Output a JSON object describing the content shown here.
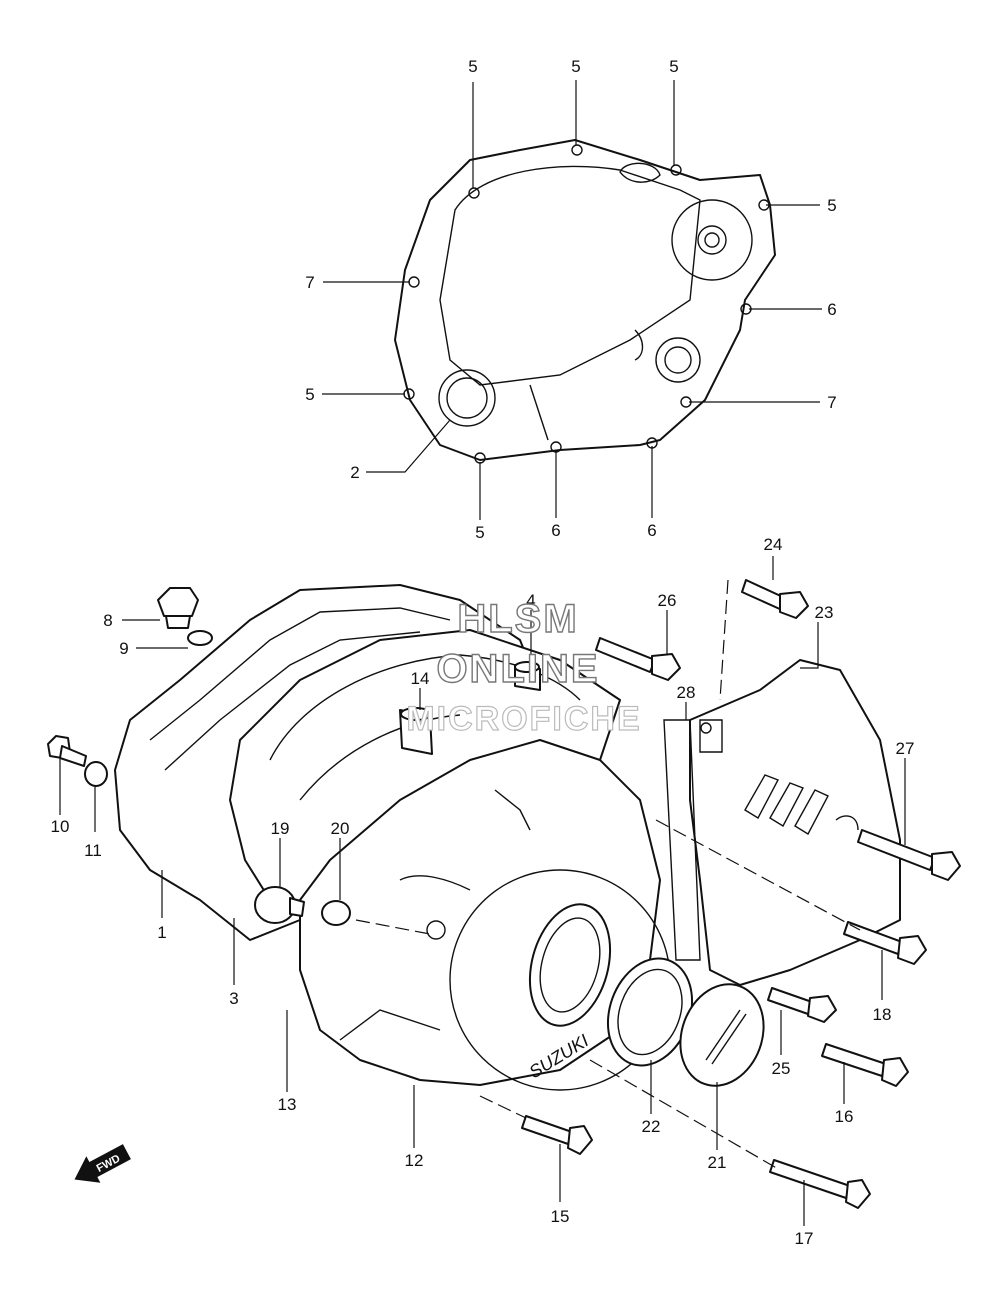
{
  "watermark": {
    "line1": "HLSM",
    "line2": "ONLINE",
    "line3": "MICROFICHE"
  },
  "brand_mark": "SUZUKI",
  "fwd_label": "FWD",
  "callouts": [
    {
      "id": "c5a",
      "label": "5"
    },
    {
      "id": "c5b",
      "label": "5"
    },
    {
      "id": "c5c",
      "label": "5"
    },
    {
      "id": "c5d",
      "label": "5"
    },
    {
      "id": "c7a",
      "label": "7"
    },
    {
      "id": "c6a",
      "label": "6"
    },
    {
      "id": "c5e",
      "label": "5"
    },
    {
      "id": "c7b",
      "label": "7"
    },
    {
      "id": "c2",
      "label": "2"
    },
    {
      "id": "c5f",
      "label": "5"
    },
    {
      "id": "c6b",
      "label": "6"
    },
    {
      "id": "c6c",
      "label": "6"
    },
    {
      "id": "c24",
      "label": "24"
    },
    {
      "id": "c26",
      "label": "26"
    },
    {
      "id": "c23",
      "label": "23"
    },
    {
      "id": "c4",
      "label": "4"
    },
    {
      "id": "c8",
      "label": "8"
    },
    {
      "id": "c9",
      "label": "9"
    },
    {
      "id": "c14",
      "label": "14"
    },
    {
      "id": "c28",
      "label": "28"
    },
    {
      "id": "c27",
      "label": "27"
    },
    {
      "id": "c10",
      "label": "10"
    },
    {
      "id": "c11",
      "label": "11"
    },
    {
      "id": "c19",
      "label": "19"
    },
    {
      "id": "c20",
      "label": "20"
    },
    {
      "id": "c1",
      "label": "1"
    },
    {
      "id": "c3",
      "label": "3"
    },
    {
      "id": "c18",
      "label": "18"
    },
    {
      "id": "c25",
      "label": "25"
    },
    {
      "id": "c13",
      "label": "13"
    },
    {
      "id": "c16",
      "label": "16"
    },
    {
      "id": "c22",
      "label": "22"
    },
    {
      "id": "c12",
      "label": "12"
    },
    {
      "id": "c21",
      "label": "21"
    },
    {
      "id": "c15",
      "label": "15"
    },
    {
      "id": "c17",
      "label": "17"
    }
  ]
}
